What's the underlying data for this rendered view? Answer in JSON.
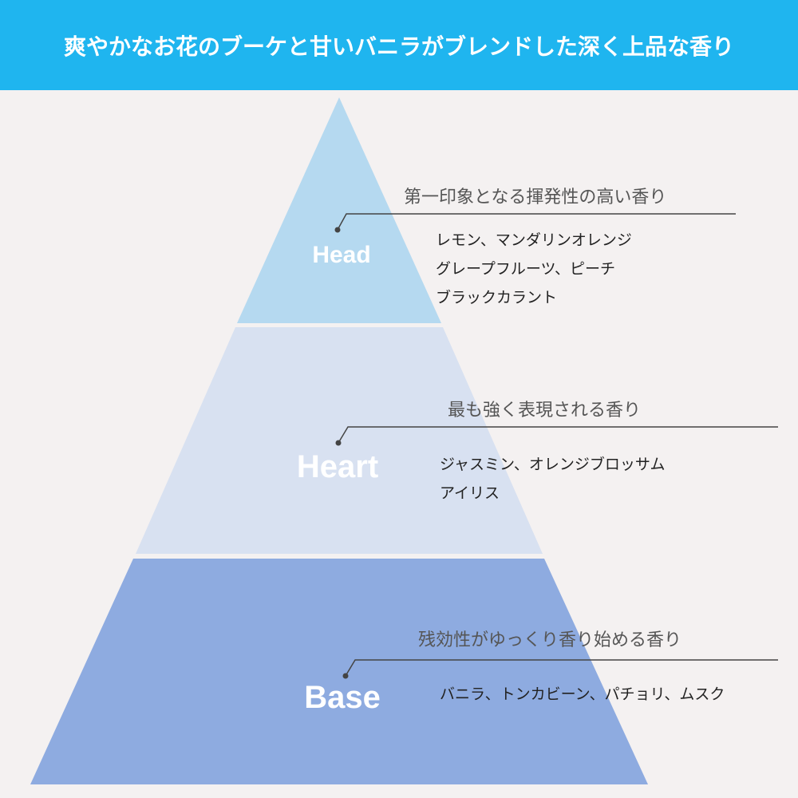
{
  "header": {
    "title": "爽やかなお花のブーケと甘いバニラがブレンドした深く上品な香り",
    "background_color": "#1fb5ef"
  },
  "pyramid": {
    "tiers": [
      {
        "label": "Head",
        "color": "#b5d9f0",
        "description": "第一印象となる揮発性の高い香り",
        "notes": [
          "レモン、マンダリンオレンジ",
          "グレープフルーツ、ピーチ",
          "ブラックカラント"
        ]
      },
      {
        "label": "Heart",
        "color": "#d8e1f1",
        "description": "最も強く表現される香り",
        "notes": [
          "ジャスミン、オレンジブロッサム",
          "アイリス"
        ]
      },
      {
        "label": "Base",
        "color": "#8eabe0",
        "description": "残効性がゆっくり香り始める香り",
        "notes": [
          "バニラ、トンカビーン、パチョリ、ムスク"
        ]
      }
    ]
  }
}
